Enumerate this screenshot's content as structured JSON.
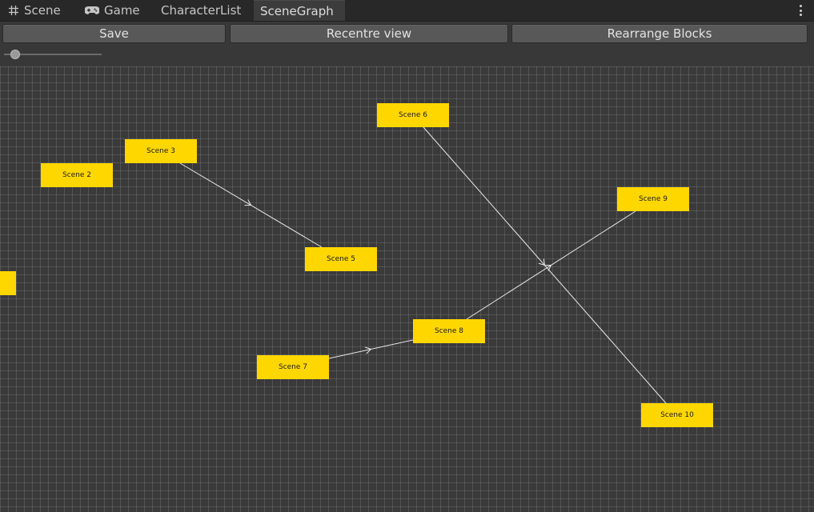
{
  "tabs": [
    {
      "label": "Scene",
      "icon": "grid-icon"
    },
    {
      "label": "Game",
      "icon": "gamepad-icon"
    },
    {
      "label": "CharacterList",
      "icon": ""
    },
    {
      "label": "SceneGraph",
      "icon": "",
      "active": true
    }
  ],
  "toolbar": {
    "save_label": "Save",
    "recentre_label": "Recentre view",
    "rearrange_label": "Rearrange Blocks",
    "zoom_level": 0.1
  },
  "graph": {
    "node_color": "#ffd700",
    "edge_color": "#e8e8e8",
    "nodes": [
      {
        "id": "scene2",
        "label": "Scene 2"
      },
      {
        "id": "scene3",
        "label": "Scene 3"
      },
      {
        "id": "scene5",
        "label": "Scene 5"
      },
      {
        "id": "scene6",
        "label": "Scene 6"
      },
      {
        "id": "scene7",
        "label": "Scene 7"
      },
      {
        "id": "scene8",
        "label": "Scene 8"
      },
      {
        "id": "scene9",
        "label": "Scene 9"
      },
      {
        "id": "scene10",
        "label": "Scene 10"
      },
      {
        "id": "partial",
        "label": ""
      }
    ],
    "edges": [
      {
        "from": "scene3",
        "to": "scene5"
      },
      {
        "from": "scene7",
        "to": "scene8"
      },
      {
        "from": "scene8",
        "to": "scene9"
      },
      {
        "from": "scene6",
        "to": "scene10"
      }
    ]
  }
}
